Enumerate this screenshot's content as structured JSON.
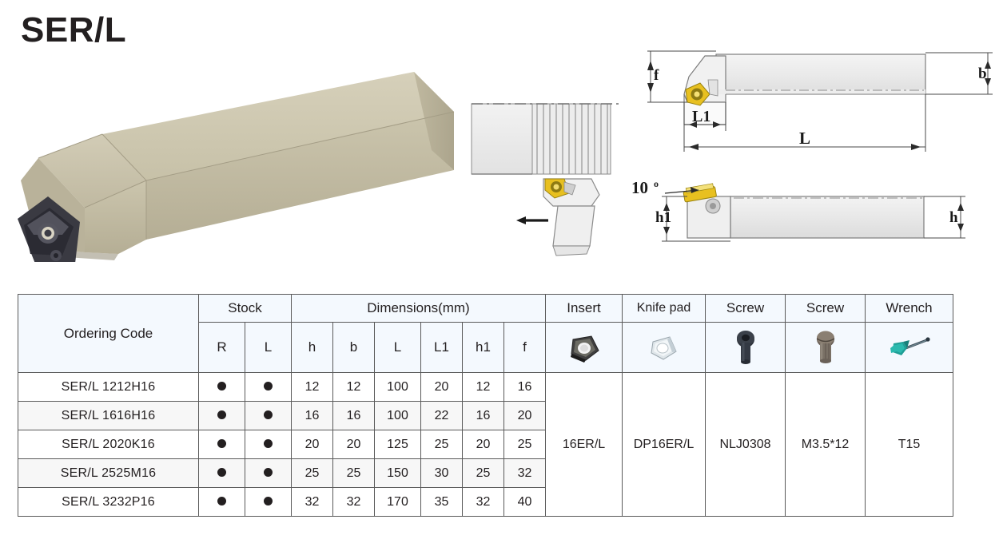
{
  "title": "SER/L",
  "diagrams": {
    "thread_view": {
      "name": "threading-operation-diagram",
      "feed_arrow": "feed-direction-arrow"
    },
    "top_view": {
      "name": "top-view-dimension-drawing",
      "labels": [
        "f",
        "b",
        "L1",
        "L"
      ]
    },
    "side_view": {
      "name": "side-view-dimension-drawing",
      "labels": [
        "10°",
        "h1",
        "h"
      ]
    },
    "photo": {
      "name": "product-photo-tool-holder",
      "body_color": "#c8c2aa",
      "insert_color": "#2b2b33"
    }
  },
  "table": {
    "headers": {
      "ordering_code": "Ordering Code",
      "stock": "Stock",
      "stock_sub": [
        "R",
        "L"
      ],
      "dimensions": "Dimensions(mm)",
      "dimensions_sub": [
        "h",
        "b",
        "L",
        "L1",
        "h1",
        "f"
      ],
      "insert": "Insert",
      "knife_pad": "Knife pad",
      "screw_1": "Screw",
      "screw_2": "Screw",
      "wrench": "Wrench"
    },
    "header_icons": {
      "insert": "insert-tip-icon",
      "knife_pad": "knife-pad-icon",
      "screw_1": "socket-screw-icon",
      "screw_2": "pan-head-screw-icon",
      "wrench": "torx-wrench-icon"
    },
    "stock_mark": "●",
    "rows": [
      {
        "code": "SER/L 1212H16",
        "stock_r": "●",
        "stock_l": "●",
        "h": "12",
        "b": "12",
        "L": "100",
        "L1": "20",
        "h1": "12",
        "f": "16"
      },
      {
        "code": "SER/L 1616H16",
        "stock_r": "●",
        "stock_l": "●",
        "h": "16",
        "b": "16",
        "L": "100",
        "L1": "22",
        "h1": "16",
        "f": "20"
      },
      {
        "code": "SER/L 2020K16",
        "stock_r": "●",
        "stock_l": "●",
        "h": "20",
        "b": "20",
        "L": "125",
        "L1": "25",
        "h1": "20",
        "f": "25"
      },
      {
        "code": "SER/L 2525M16",
        "stock_r": "●",
        "stock_l": "●",
        "h": "25",
        "b": "25",
        "L": "150",
        "L1": "30",
        "h1": "25",
        "f": "32"
      },
      {
        "code": "SER/L 3232P16",
        "stock_r": "●",
        "stock_l": "●",
        "h": "32",
        "b": "32",
        "L": "170",
        "L1": "35",
        "h1": "32",
        "f": "40"
      }
    ],
    "accessories": {
      "insert": "16ER/L",
      "knife_pad": "DP16ER/L",
      "screw_1": "NLJ0308",
      "screw_2": "M3.5*12",
      "wrench": "T15"
    }
  },
  "colors": {
    "header_bg": "#f4f9fe",
    "alt_row_bg": "#f7f7f7",
    "border": "#5a5a5a",
    "text": "#231f20",
    "insert_gold": "#e8c020",
    "wrench_teal": "#1f9e95"
  }
}
